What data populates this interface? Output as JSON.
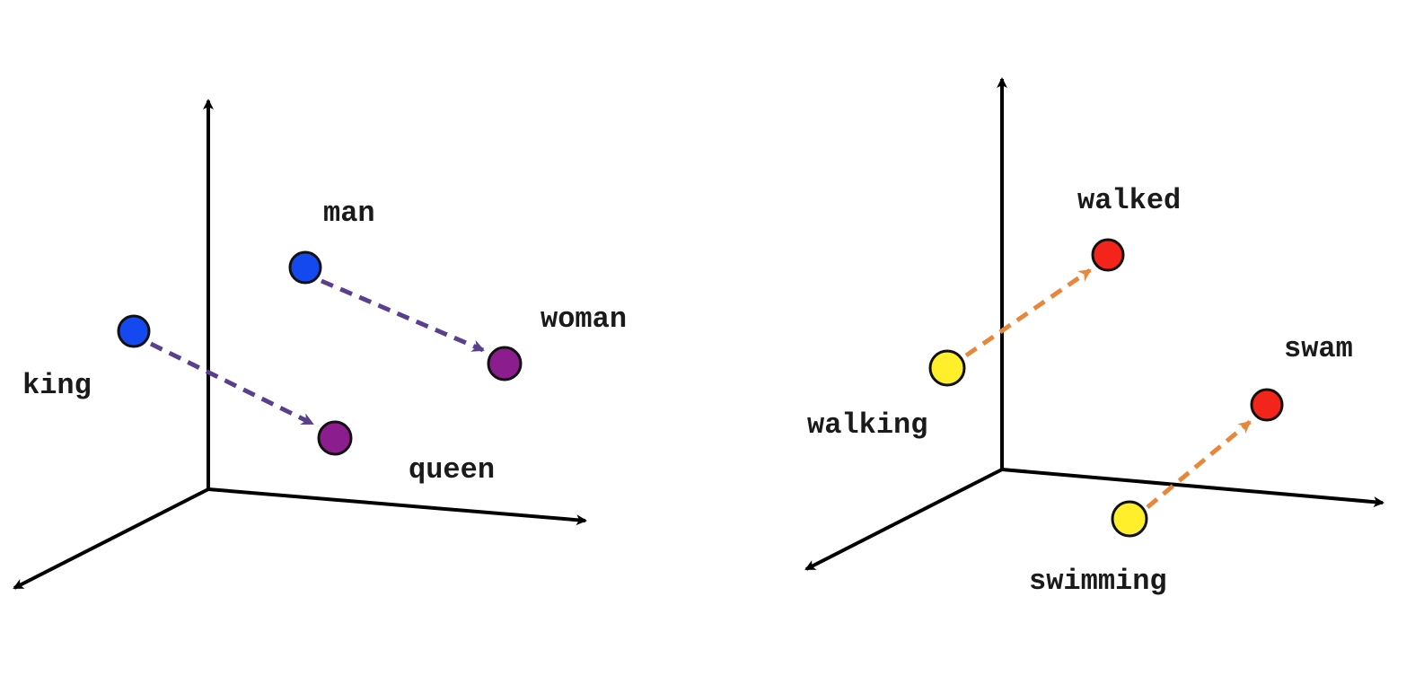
{
  "colors": {
    "axis": "#000000",
    "blue_dot": "#1549f0",
    "purple_dot": "#8b1d8e",
    "yellow_dot": "#ffef2a",
    "red_dot": "#f3251b",
    "purple_arrow": "#5b3f8f",
    "orange_arrow": "#e8873a"
  },
  "left_panel": {
    "words": {
      "man": "man",
      "woman": "woman",
      "king": "king",
      "queen": "queen"
    }
  },
  "right_panel": {
    "words": {
      "walked": "walked",
      "walking": "walking",
      "swam": "swam",
      "swimming": "swimming"
    }
  }
}
